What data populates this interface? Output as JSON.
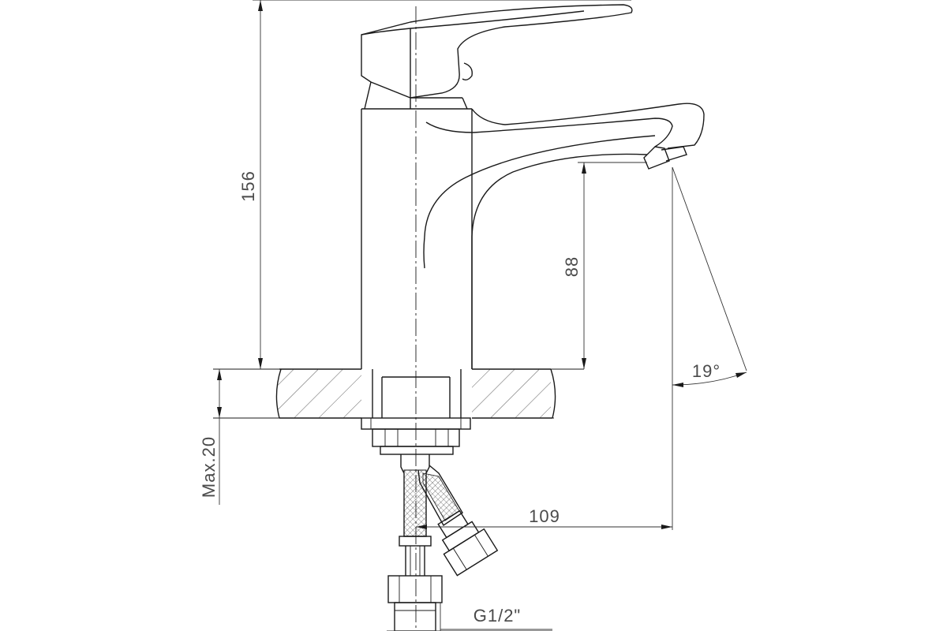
{
  "dimensions": {
    "total_height": "156",
    "spout_height": "88",
    "spout_reach": "109",
    "max_deck_thickness": "Max.20",
    "spray_angle": "19°",
    "thread_size": "G1/2\""
  }
}
